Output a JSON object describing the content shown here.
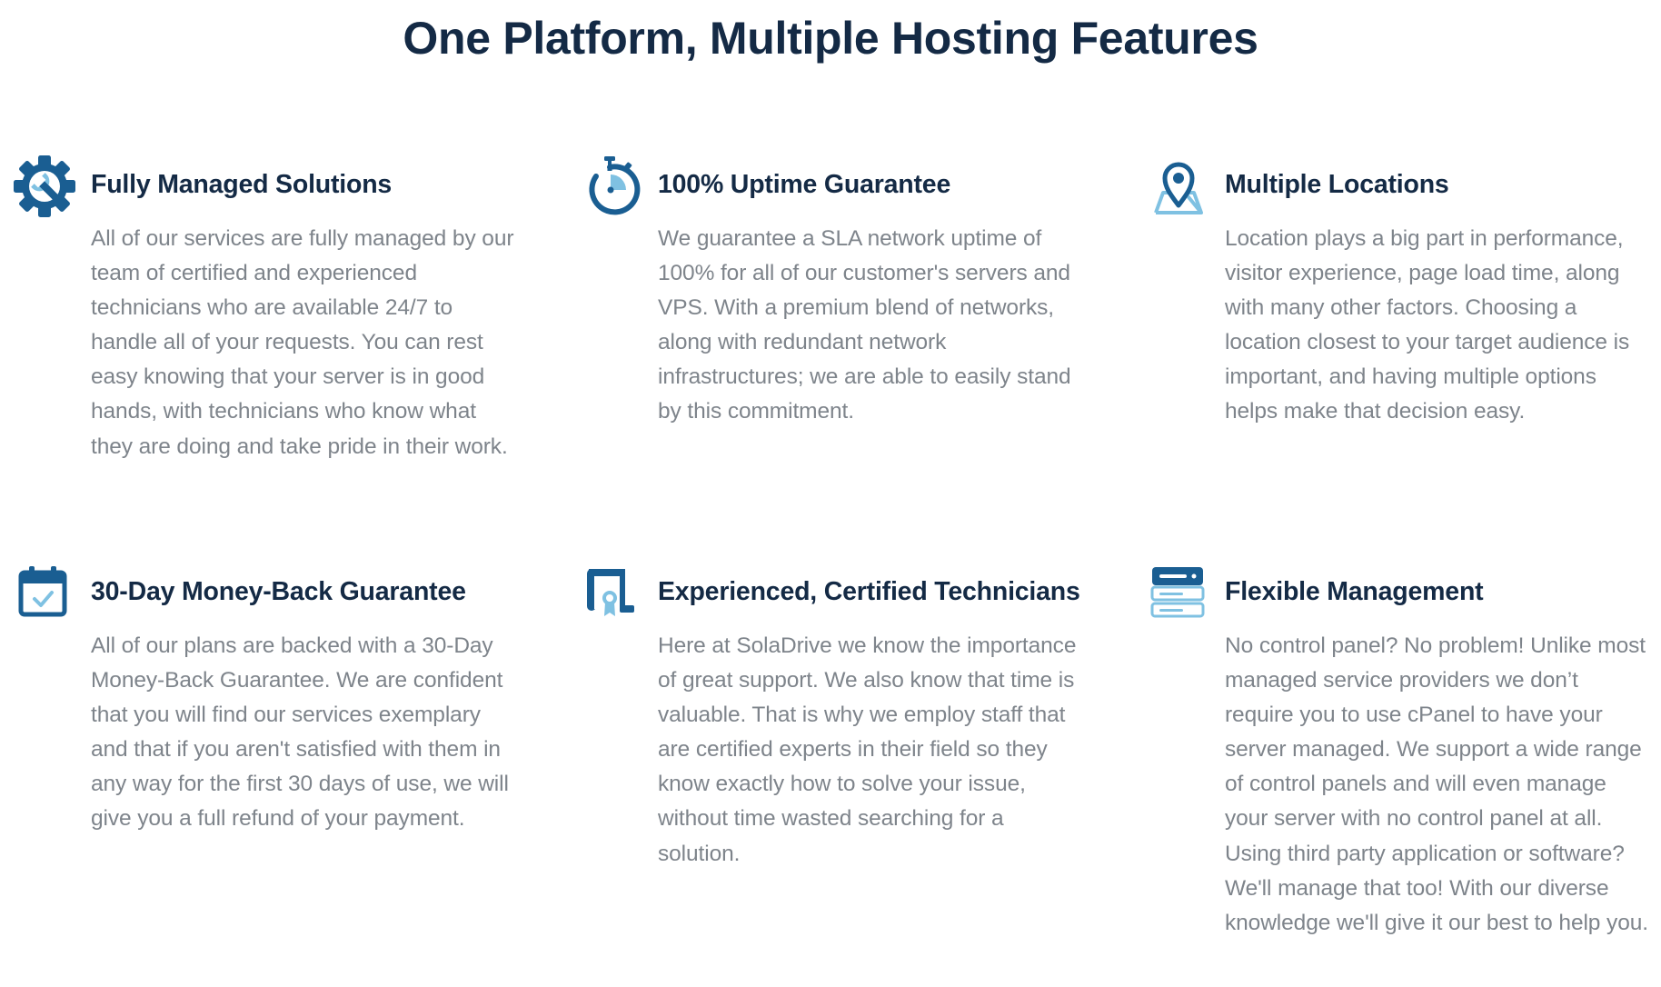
{
  "page": {
    "title": "One Platform, Multiple Hosting Features"
  },
  "colors": {
    "heading": "#142a45",
    "body_text": "#7e848b",
    "icon_primary": "#1a5e92",
    "icon_light": "#7fc1e2"
  },
  "features": [
    {
      "icon": "gear-wrench-icon",
      "title": "Fully Managed Solutions",
      "description": "All of our services are fully managed by our team of certified and experienced technicians who are available 24/7 to handle all of your requests. You can rest easy knowing that your server is in good hands, with technicians who know what they are doing and take pride in their work."
    },
    {
      "icon": "stopwatch-icon",
      "title": "100% Uptime Guarantee",
      "description": "We guarantee a SLA network uptime of 100% for all of our customer's servers and VPS. With a premium blend of networks, along with redundant network infrastructures; we are able to easily stand by this commitment."
    },
    {
      "icon": "map-pin-icon",
      "title": "Multiple Locations",
      "description": "Location plays a big part in performance, visitor experience, page load time, along with many other factors. Choosing a location closest to your target audience is important, and having multiple options helps make that decision easy."
    },
    {
      "icon": "calendar-check-icon",
      "title": "30-Day Money-Back Guarantee",
      "description": "All of our plans are backed with a 30-Day Money-Back Guarantee. We are confident that you will find our services exemplary and that if you aren't satisfied with them in any way for the first 30 days of use, we will give you a full refund of your payment."
    },
    {
      "icon": "certificate-icon",
      "title": "Experienced, Certified Technicians",
      "description": "Here at SolaDrive we know the importance of great support. We also know that time is valuable. That is why we employ staff that are certified experts in their field so they know exactly how to solve your issue, without time wasted searching for a solution."
    },
    {
      "icon": "server-panel-icon",
      "title": "Flexible Management",
      "description": "No control panel? No problem! Unlike most managed service providers we don’t require you to use cPanel to have your server managed. We support a wide range of control panels and will even manage your server with no control panel at all. Using third party application or software? We'll manage that too! With our diverse knowledge we'll give it our best to help you."
    }
  ]
}
